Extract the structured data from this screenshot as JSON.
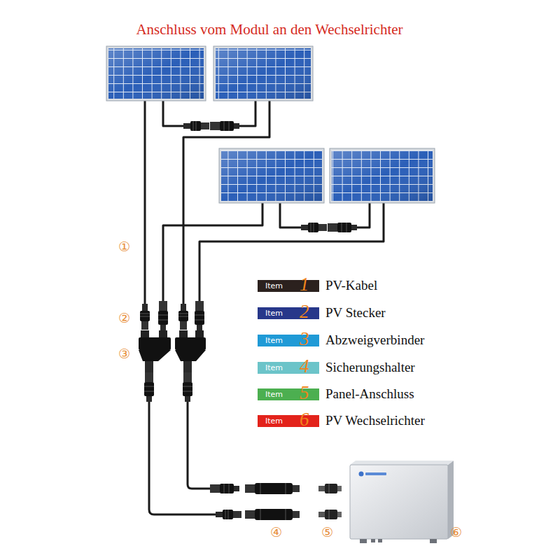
{
  "diagram": {
    "title": "Anschluss vom Modul an den Wechselrichter",
    "labels": [
      "①",
      "②",
      "③",
      "④",
      "⑤",
      "⑥",
      "Item",
      "1",
      "Item",
      "2",
      "Item",
      "3",
      "Item",
      "4",
      "Item",
      "5",
      "Item",
      "6"
    ],
    "legend": [
      {
        "text": "PV-Kabel",
        "color": "#2b211e"
      },
      {
        "text": "PV Stecker",
        "color": "#27378a"
      },
      {
        "text": "Abzweigverbinder",
        "color": "#1f9ad6"
      },
      {
        "text": "Sicherungshalter",
        "color": "#6cc4c9"
      },
      {
        "text": "Panel-Anschluss",
        "color": "#4caf50"
      },
      {
        "text": "PV Wechselrichter",
        "color": "#e3231b"
      }
    ]
  }
}
